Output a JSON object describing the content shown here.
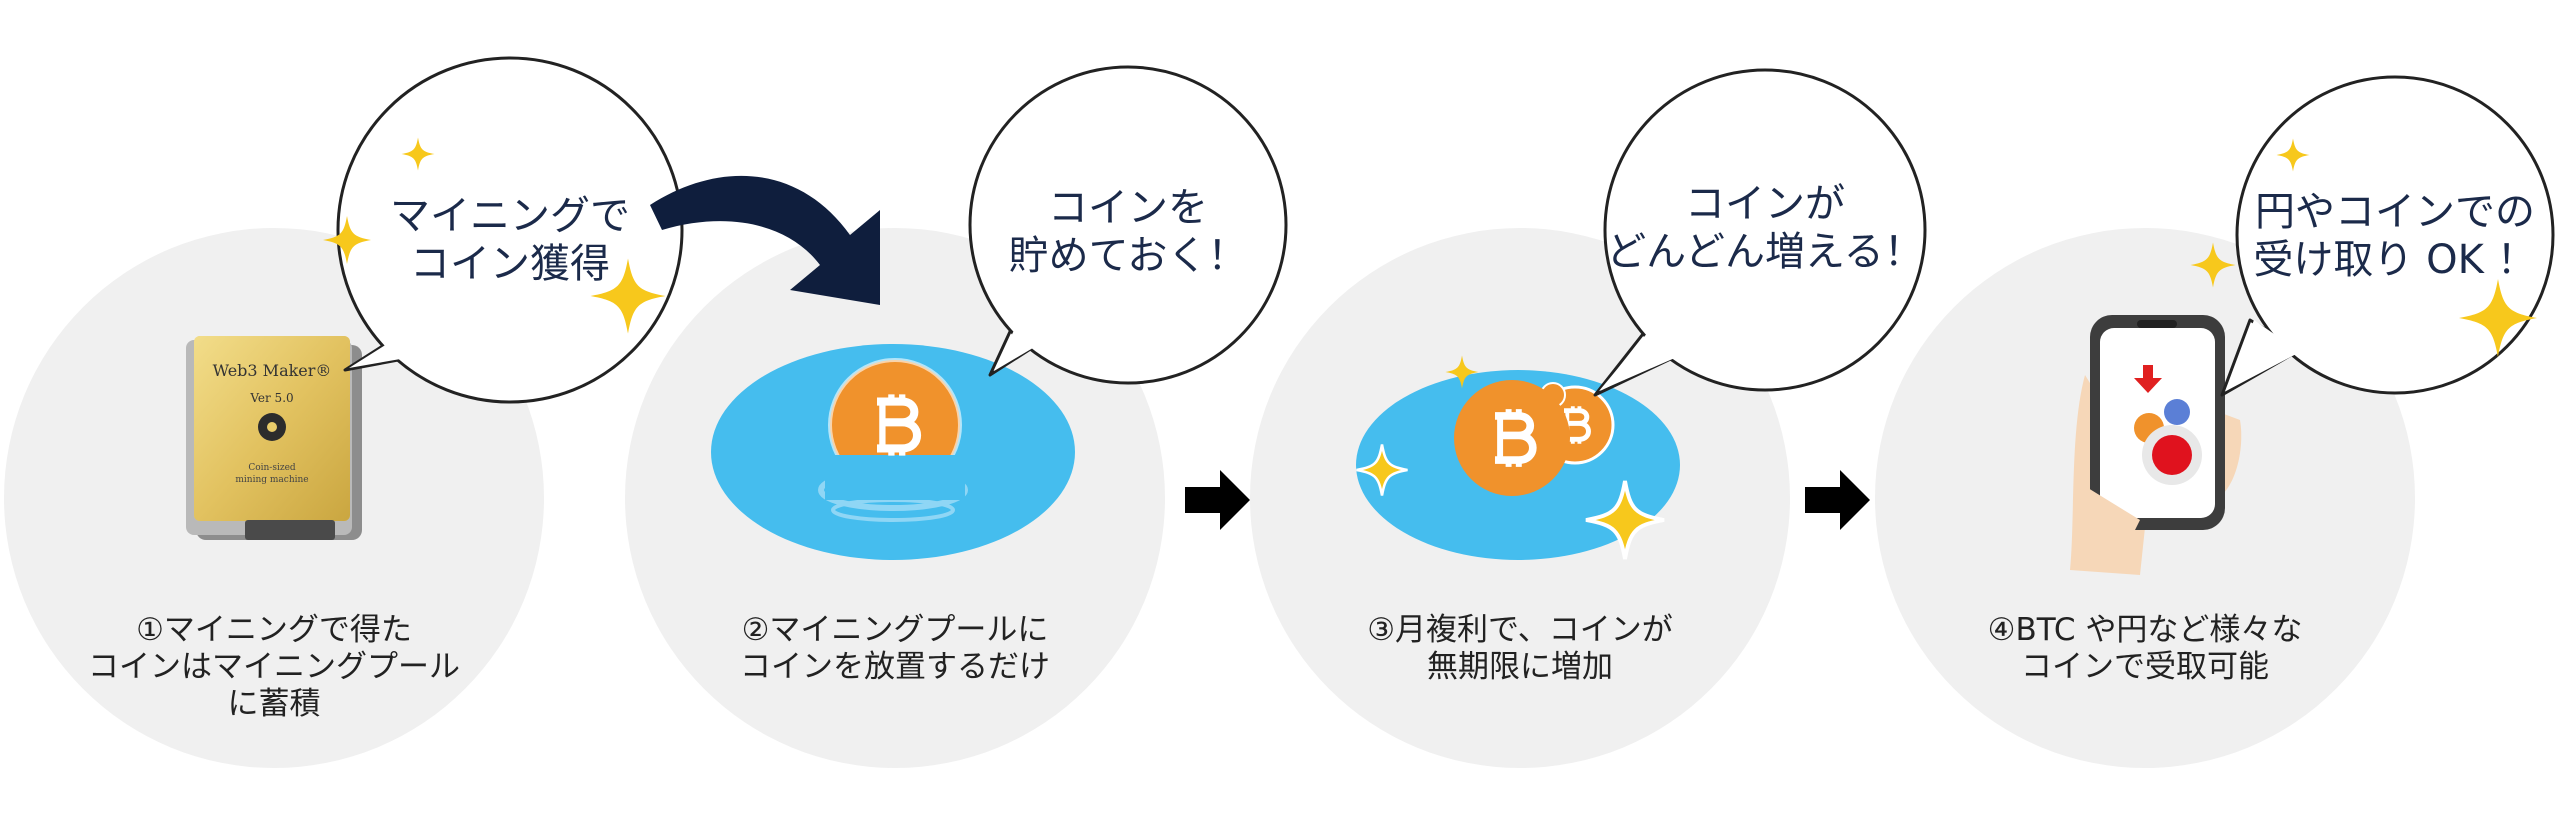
{
  "steps": [
    {
      "id": "step-1",
      "bubble": [
        "マイニングで",
        "コイン獲得"
      ],
      "caption": [
        "①マイニングで得た",
        "コインはマイニングプール",
        "に蓄積"
      ],
      "device": {
        "name": "Web3 Maker®",
        "version": "Ver 5.0",
        "small_text": [
          "Coin-sized",
          "mining machine"
        ]
      }
    },
    {
      "id": "step-2",
      "bubble": [
        "コインを",
        "貯めておく！"
      ],
      "caption": [
        "②マイニングプールに",
        "コインを放置するだけ"
      ]
    },
    {
      "id": "step-3",
      "bubble": [
        "コインが",
        "どんどん増える！"
      ],
      "caption": [
        "③月複利で、コインが",
        "無期限に増加"
      ]
    },
    {
      "id": "step-4",
      "bubble": [
        "円やコインでの",
        "受け取り OK ！"
      ],
      "caption": [
        "④BTC や円など様々な",
        "コインで受取可能"
      ]
    }
  ],
  "colors": {
    "circle_bg": "#f0f0f0",
    "pool": "#45bdee",
    "coin": "#f0922c",
    "star": "#f7c81c",
    "navy_arrow": "#0f1e3d",
    "text": "#222222",
    "bubble_text": "#1b2a4a"
  }
}
